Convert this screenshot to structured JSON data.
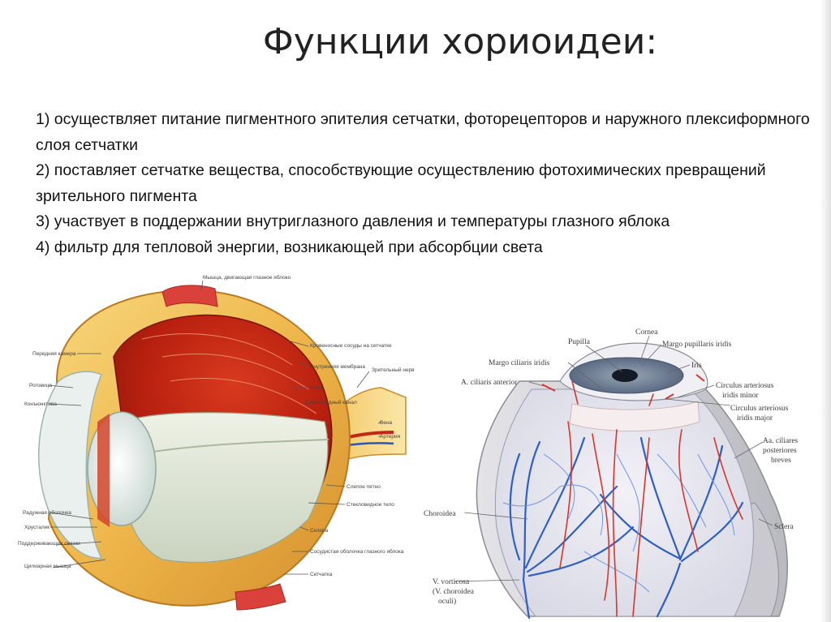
{
  "title": "Функции хориоидеи:",
  "functions": [
    "1) осуществляет питание пигментного эпителия сетчатки, фоторецепторов и наружного плексиформного слоя сетчатки",
    "2) поставляет сетчатке вещества, способствующие осуществлению фотохимических превращений зрительного пигмента",
    "3) участвует в поддержании внутриглазного давления и температуры глазного яблока",
    "4) фильтр для тепловой энергии, возникающей при абсорбции света"
  ],
  "left_diagram": {
    "labels": {
      "top_muscle": "Мышца, двигающая глазное яблоко",
      "retina_vessels": "Кровеносные сосуды на сетчатке",
      "inner_membrane": "Внутренняя мембрана",
      "optic_nerve": "Зрительный нерв",
      "macula": "Ямка",
      "vitreous_canal": "Стекловидный канал",
      "vein": "Вена",
      "artery": "Артерия",
      "blind_spot": "Слепое пятно",
      "vitreous_body": "Стекловидное тело",
      "sclera": "Склера",
      "choroid": "Сосудистая оболочка глазного яблока",
      "retina": "Сетчатка",
      "anterior_chamber": "Передняя камера",
      "cornea": "Роговица",
      "conjunctiva": "Конъюнктива",
      "iris": "Радужная оболочка",
      "lens": "Хрусталик",
      "suspensory": "Поддерживающие связки",
      "ciliary": "Цилиарная мышца"
    }
  },
  "right_diagram": {
    "labels": {
      "pupilla": "Pupilla",
      "cornea": "Cornea",
      "margo_pupillaris": "Margo pupillaris iridis",
      "margo_ciliaris": "Margo ciliaris iridis",
      "iris": "Iris",
      "a_ciliaris_anterior": "A. ciliaris anterior",
      "circulus_minor_1": "Circulus arteriosus",
      "circulus_minor_2": "iridis minor",
      "circulus_major_1": "Circulus arteriosus",
      "circulus_major_2": "iridis major",
      "aa_ciliares_1": "Aa. ciliares",
      "aa_ciliares_2": "posteriores",
      "aa_ciliares_3": "breves",
      "choroidea": "Choroidea",
      "sclera": "Sclera",
      "v_vorticosa_1": "V. vorticosa",
      "v_vorticosa_2": "(V. choroidea",
      "v_vorticosa_3": "oculi)"
    }
  }
}
